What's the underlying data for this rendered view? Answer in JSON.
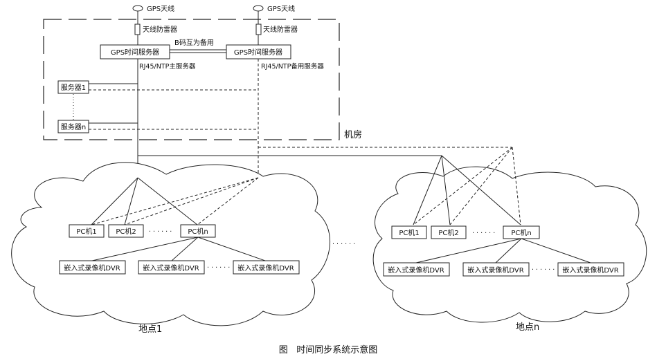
{
  "figure": {
    "caption": "图   时间同步系统示意图"
  },
  "machine_room": {
    "label": "机房",
    "antenna_left": "GPS天线",
    "antenna_right": "GPS天线",
    "arrester_left": "天线防雷器",
    "arrester_right": "天线防雷器",
    "server_left": "GPS时间服务器",
    "server_right": "GPS时间服务器",
    "backup_link": "B码互为备用",
    "ntp_main": "RJ45/NTP主服务器",
    "ntp_backup": "RJ45/NTP备用服务器",
    "server1": "服务器1",
    "servern": "服务器n"
  },
  "sites": [
    {
      "label": "地点1",
      "pcs": [
        "PC机1",
        "PC机2",
        "PC机n"
      ],
      "pc_ellipsis": "· · · · · ·",
      "dvrs": [
        "嵌入式录像机DVR",
        "嵌入式录像机DVR",
        "嵌入式录像机DVR"
      ],
      "dvr_ellipsis": "· · · · · ·"
    },
    {
      "label": "地点n",
      "pcs": [
        "PC机1",
        "PC机2",
        "PC机n"
      ],
      "pc_ellipsis": "· · · · · ·",
      "dvrs": [
        "嵌入式录像机DVR",
        "嵌入式录像机DVR",
        "嵌入式录像机DVR"
      ],
      "dvr_ellipsis": "· · · · · ·"
    }
  ],
  "between_sites": "· · · · · ·"
}
